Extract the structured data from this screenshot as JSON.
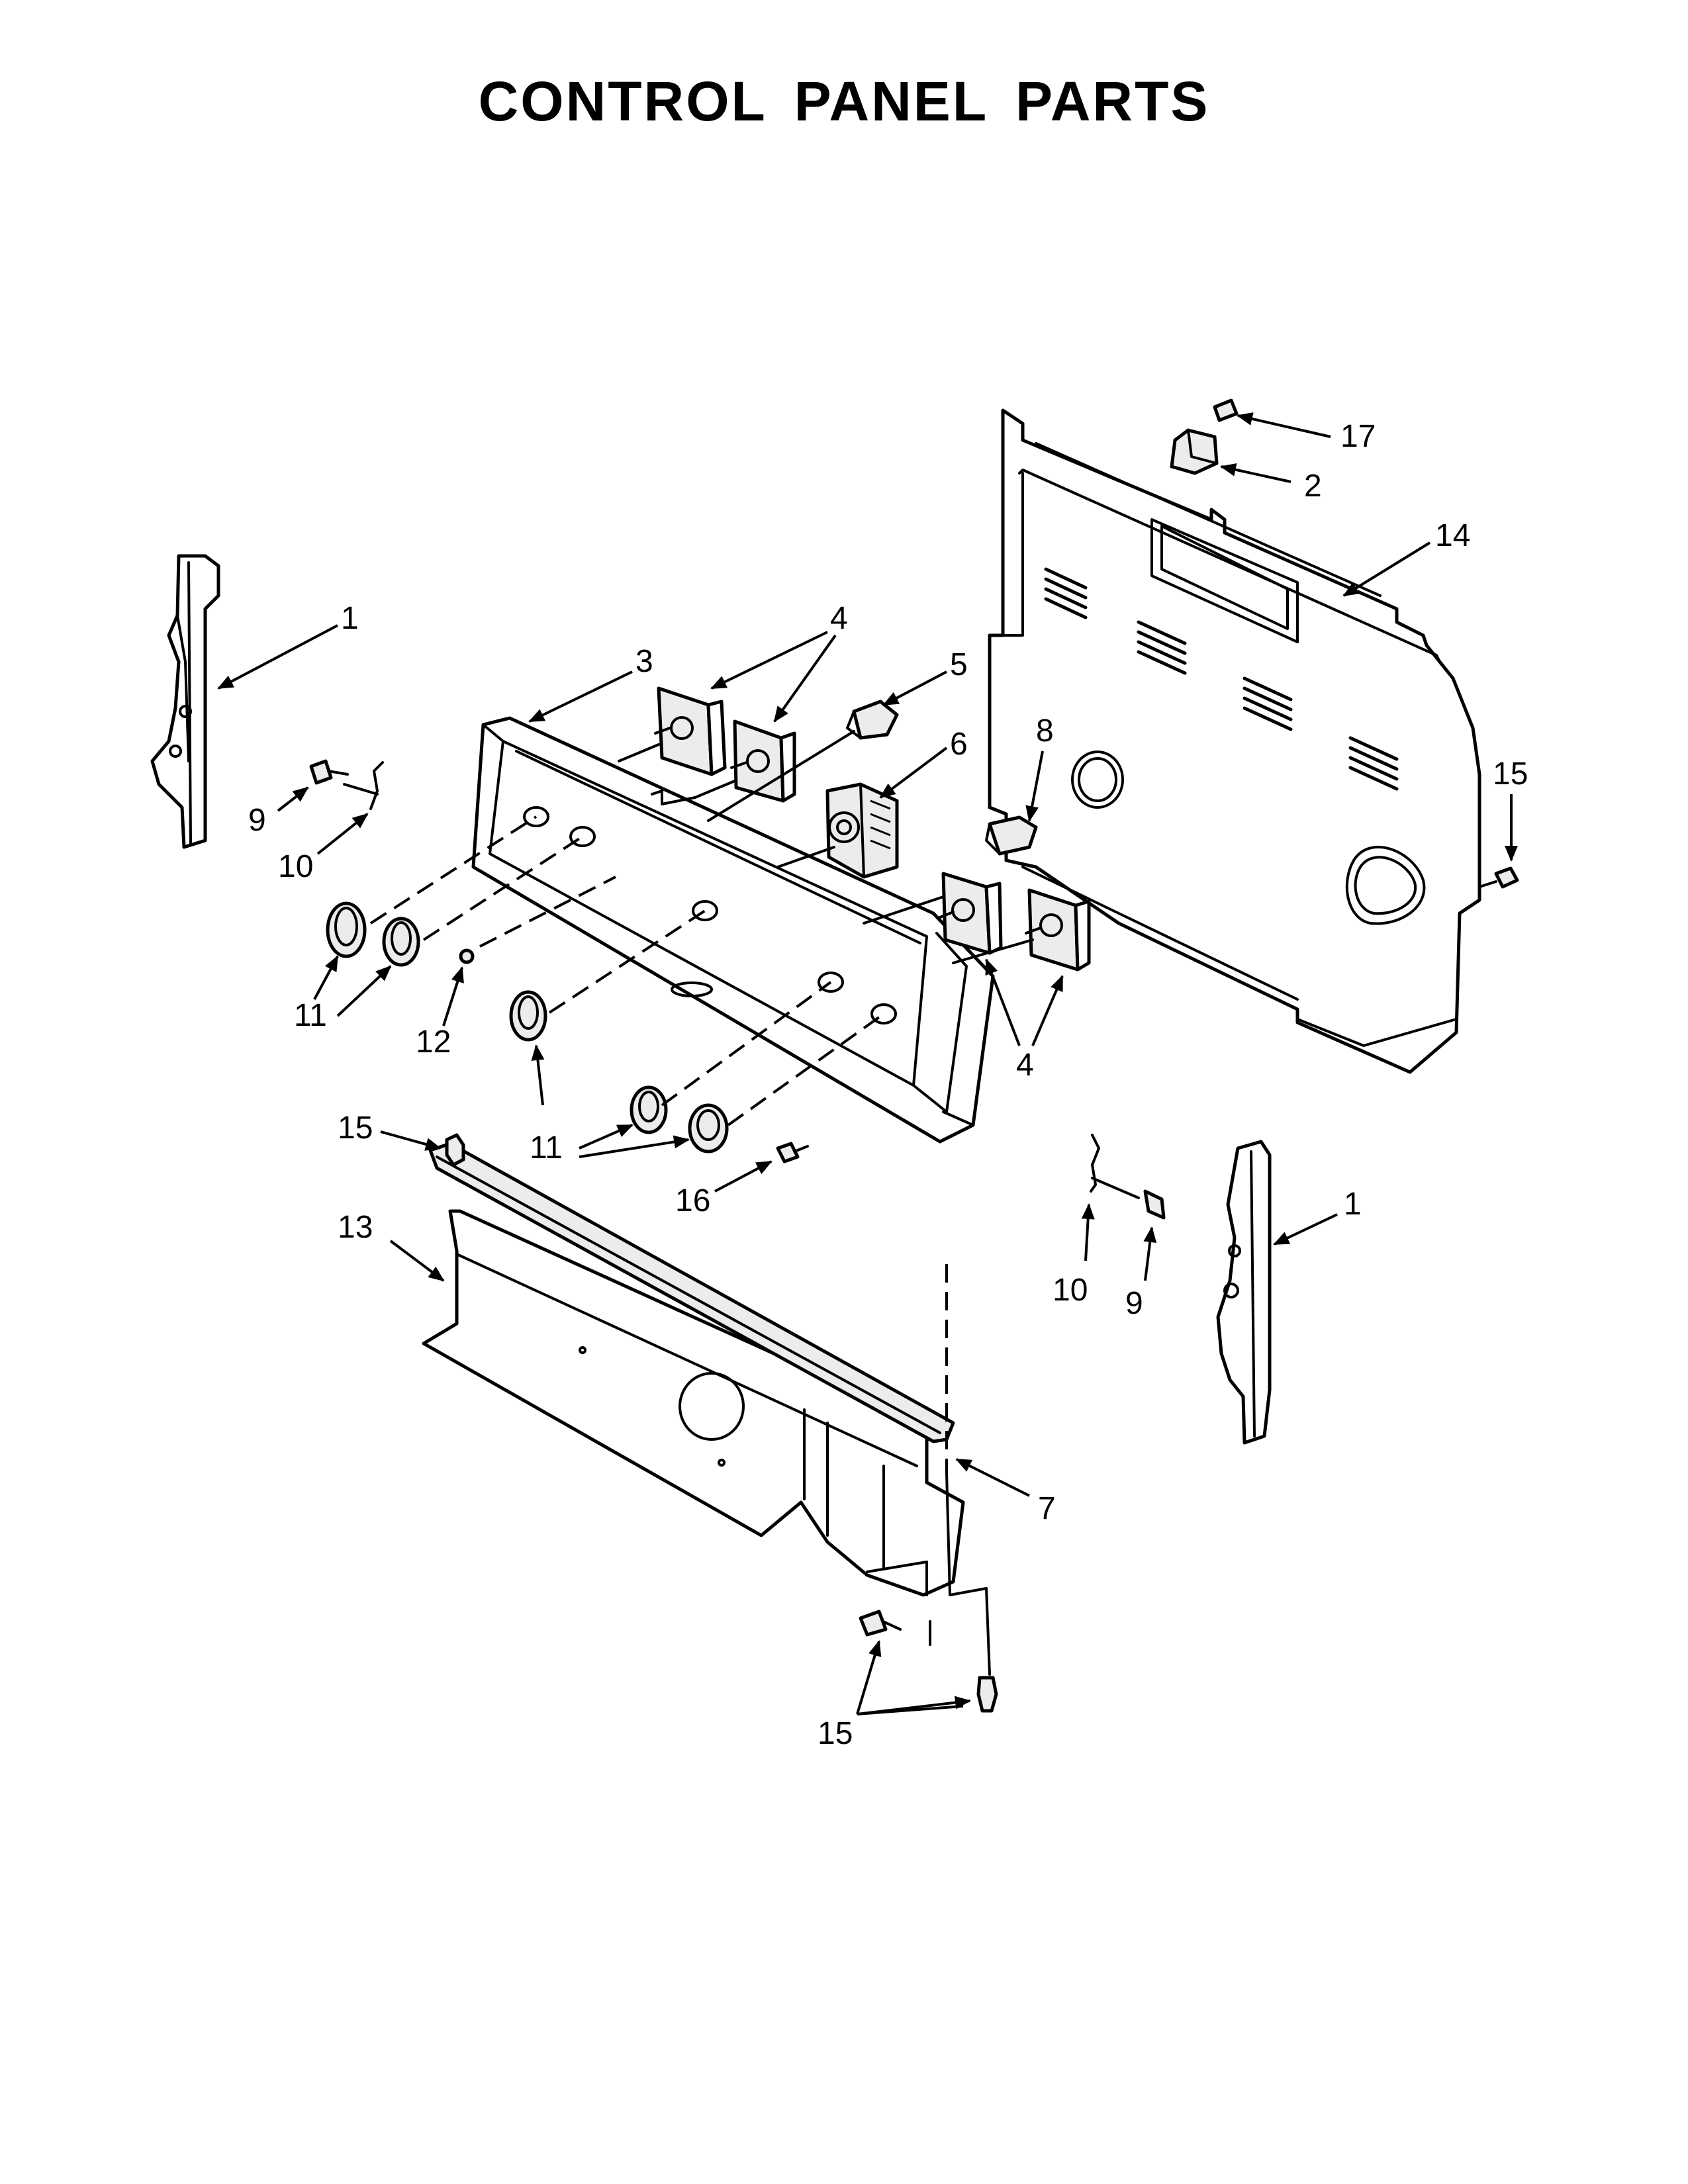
{
  "title": "CONTROL PANEL PARTS",
  "callouts": {
    "c1a": "1",
    "c1b": "1",
    "c2": "2",
    "c3": "3",
    "c4a": "4",
    "c4b": "4",
    "c5": "5",
    "c6": "6",
    "c7": "7",
    "c8": "8",
    "c9a": "9",
    "c9b": "9",
    "c10a": "10",
    "c10b": "10",
    "c11a": "11",
    "c11b": "11",
    "c12": "12",
    "c13": "13",
    "c14": "14",
    "c15a": "15",
    "c15b": "15",
    "c15c": "15",
    "c16": "16",
    "c17": "17"
  }
}
